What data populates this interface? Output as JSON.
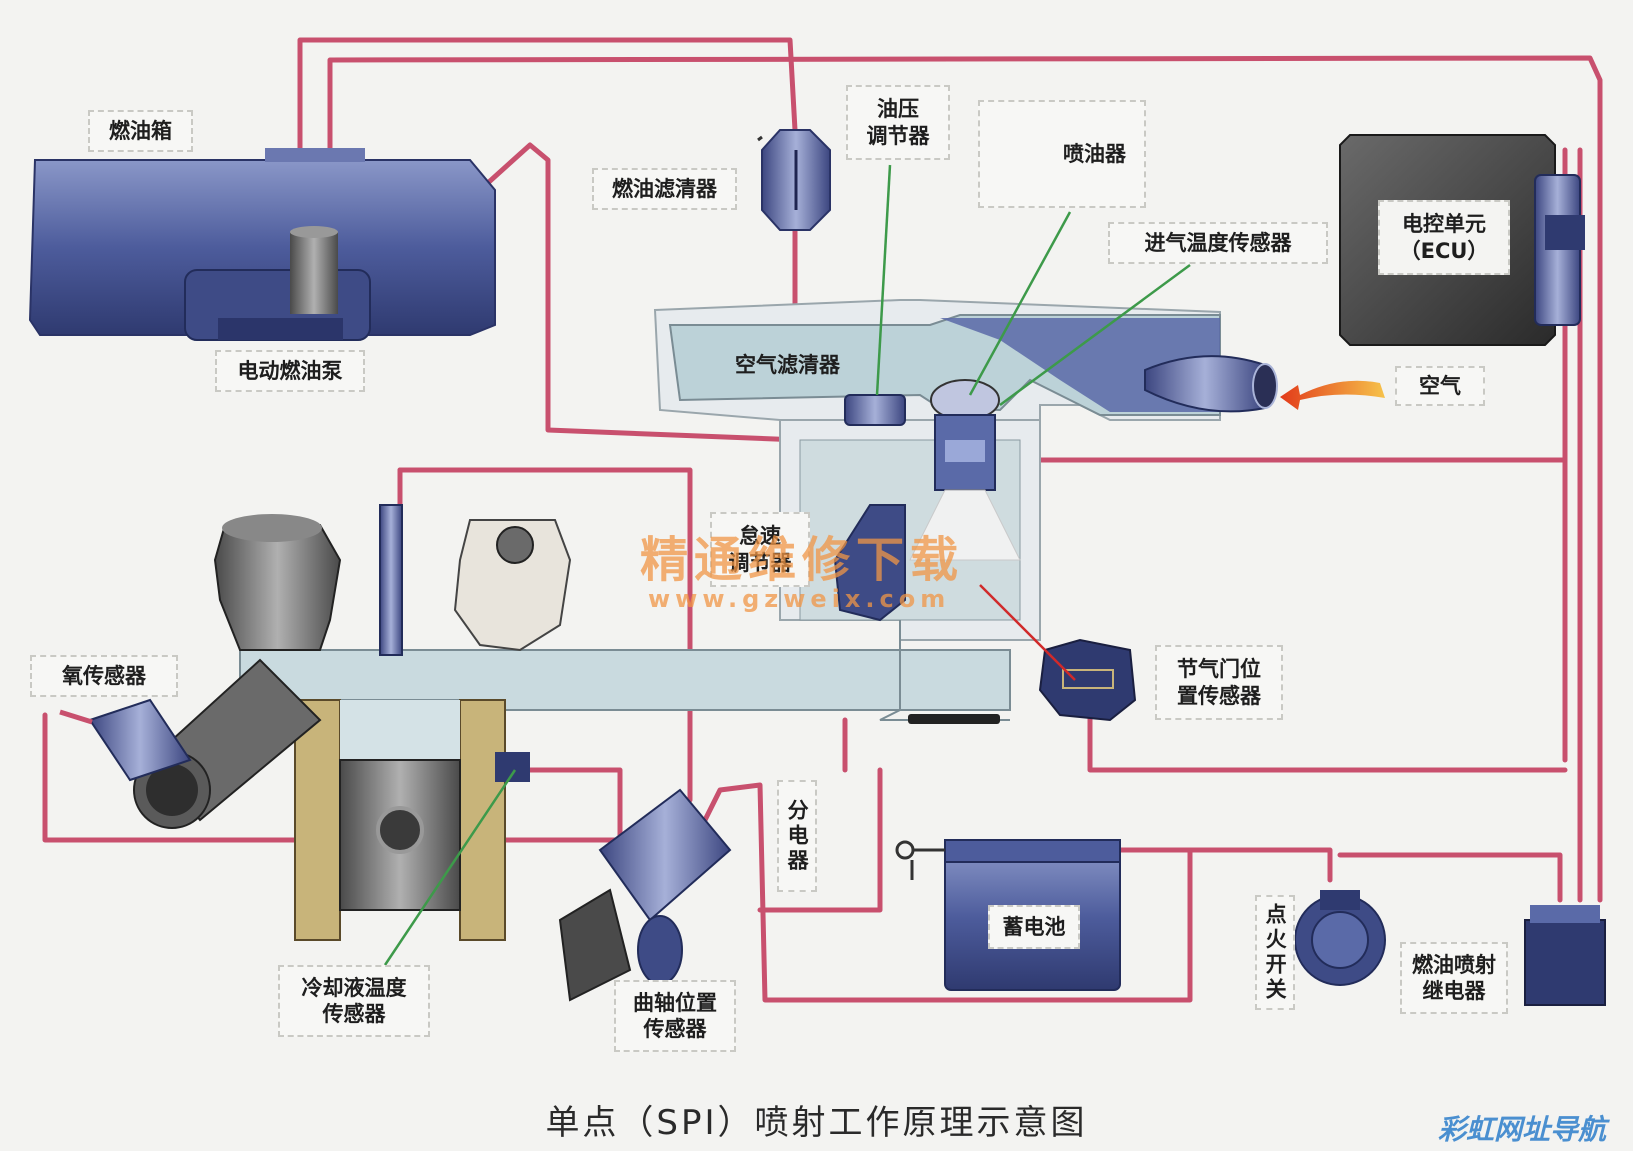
{
  "labels": {
    "fuel_tank": "燃油箱",
    "electric_fuel_pump": "电动燃油泵",
    "fuel_filter": "燃油滤清器",
    "pressure_regulator": "油压\n调节器",
    "injector": "喷油器",
    "intake_temp_sensor": "进气温度传感器",
    "ecu": "电控单元\n（ECU）",
    "air_filter": "空气滤清器",
    "air": "空气",
    "idle_actuator": "怠速\n调节器",
    "throttle_position_sensor": "节气门位\n置传感器",
    "oxygen_sensor": "氧传感器",
    "distributor": "分电器",
    "coolant_temp_sensor": "冷却液温度\n传感器",
    "crankshaft_position_sensor": "曲轴位置\n传感器",
    "battery": "蓄电池",
    "ignition_switch": "点火开关",
    "fuel_injection_relay": "燃油喷射\n继电器"
  },
  "caption": "单点（SPI）喷射工作原理示意图",
  "watermark": {
    "line1": "精通维修下载",
    "line2": "www.gzweix.com",
    "corner": "彩虹网址导航"
  },
  "colors": {
    "fuel_line": "#c8506e",
    "wire_green": "#3d9a4a",
    "wire_red": "#d02a2a",
    "metal_blue": "#5a6aa8",
    "intake_fill": "#bcd2d8"
  }
}
